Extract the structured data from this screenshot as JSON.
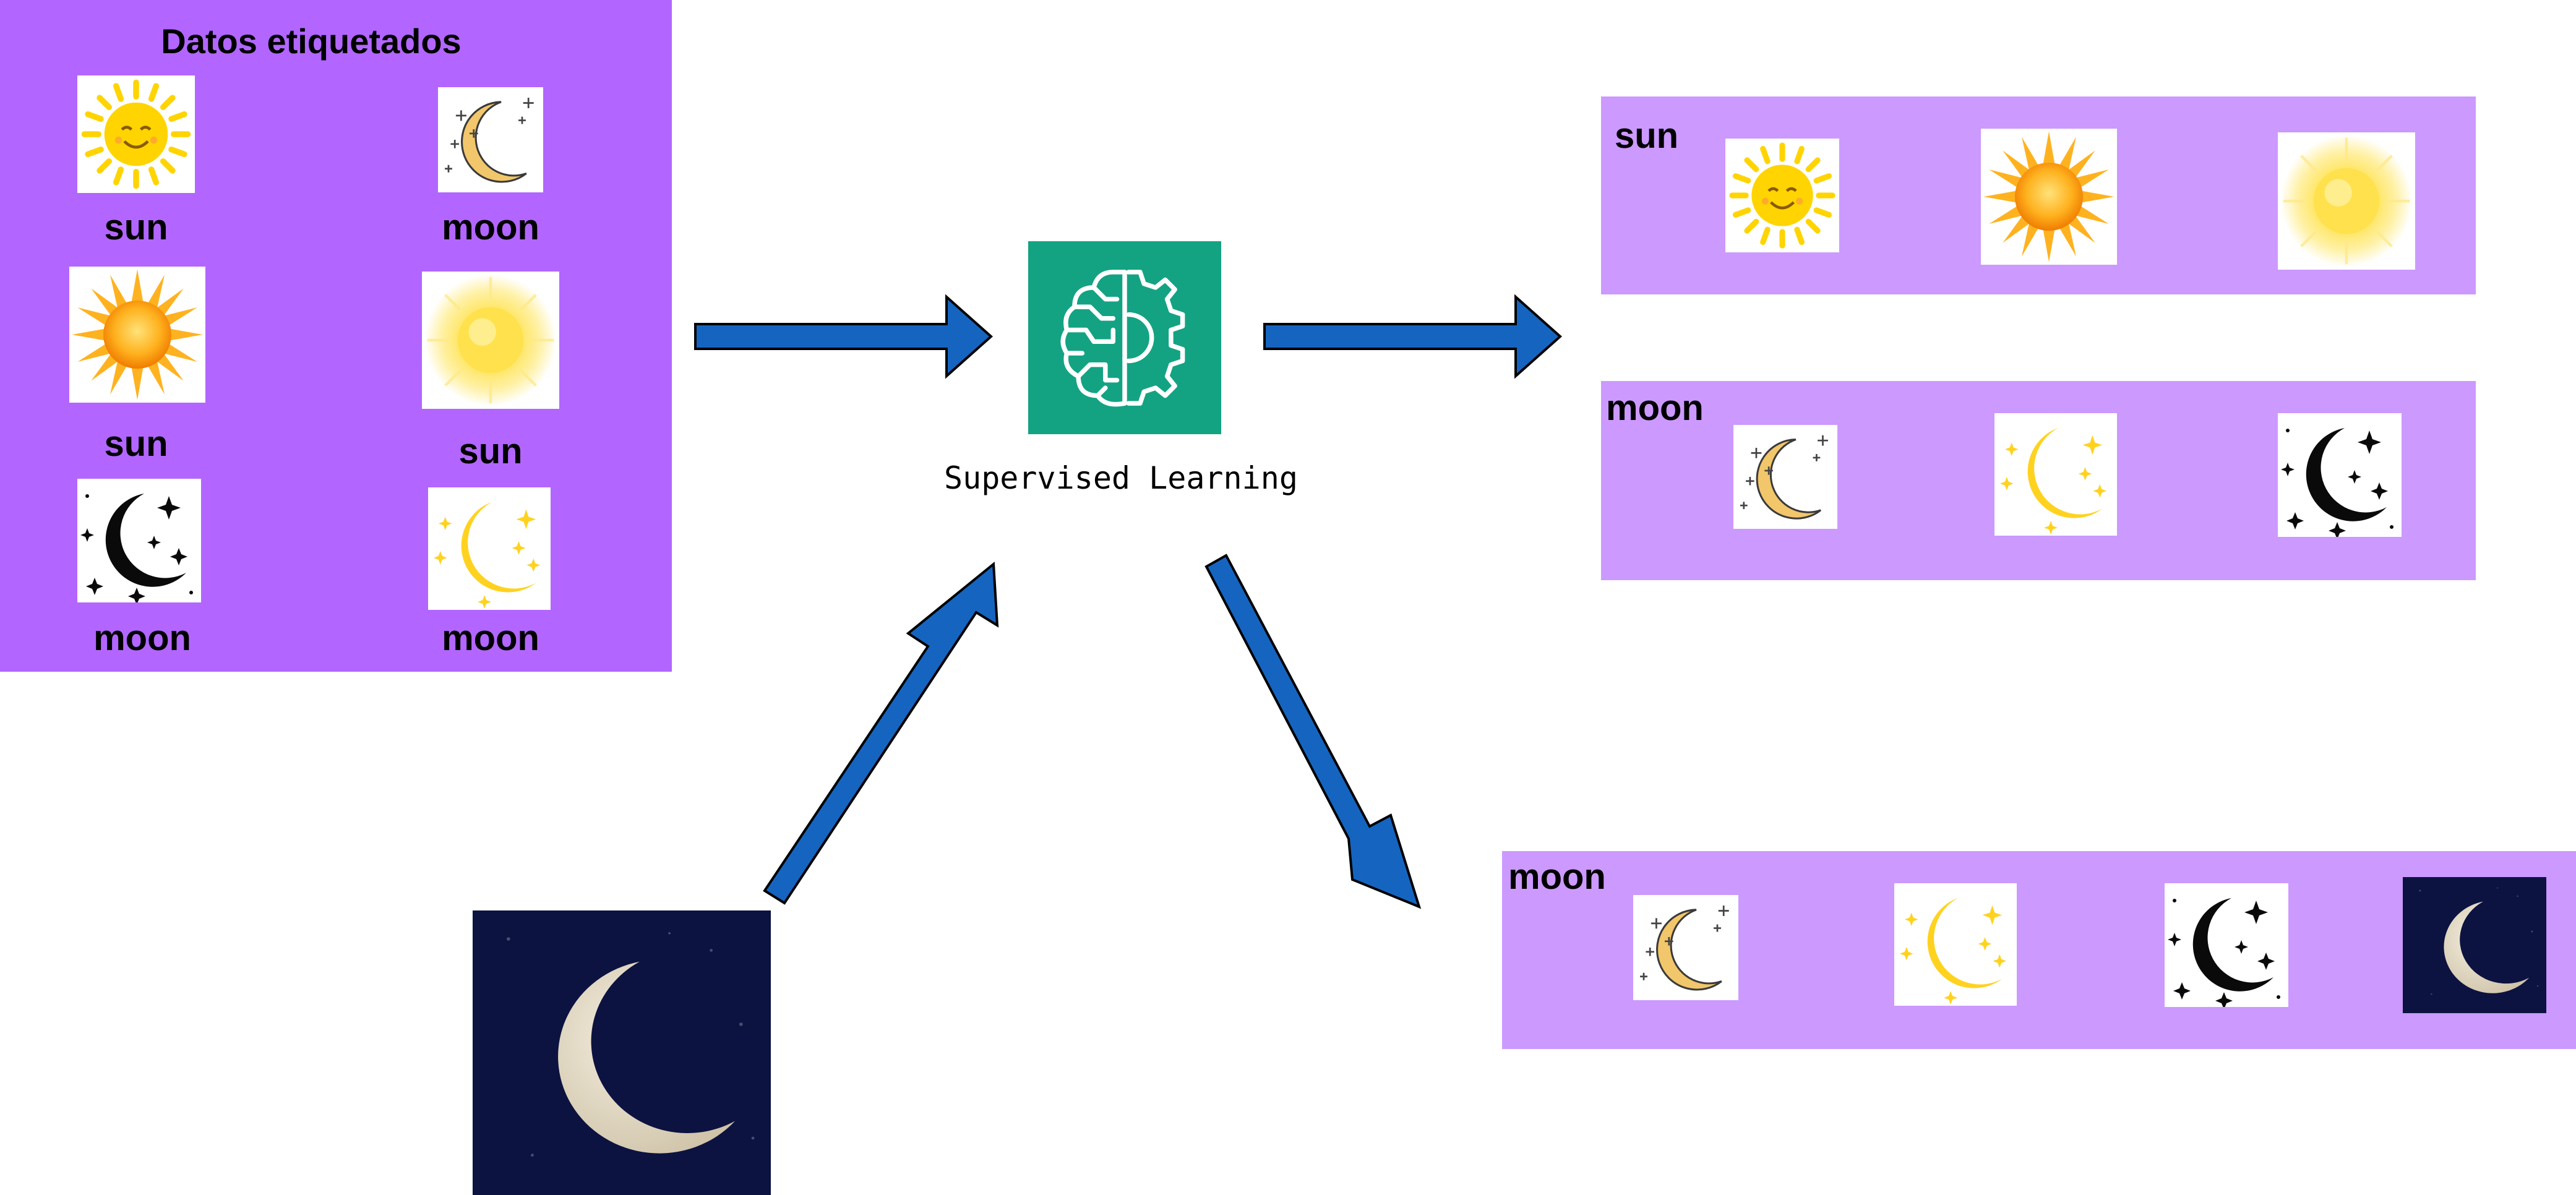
{
  "colors": {
    "labeled_panel": "#B266FF",
    "result_panel": "#CC99FF",
    "arrow_fill": "#1565C0",
    "arrow_stroke": "#000000",
    "ml_icon_bg": "#13A383",
    "ml_icon_line": "#FFFFFF",
    "night_sky": "#0C1340",
    "moon_gold": "#F2C66A",
    "moon_yellow": "#FFD21F",
    "sun_yellow": "#FFD400",
    "sun_orange": "#FFA41B"
  },
  "labeled_data": {
    "title": "Datos etiquetados",
    "items": [
      {
        "label": "sun",
        "icon": "cartoon-sun-icon"
      },
      {
        "label": "moon",
        "icon": "gold-crescent-moon-icon"
      },
      {
        "label": "sun",
        "icon": "orange-sun-icon"
      },
      {
        "label": "sun",
        "icon": "soft-sun-icon"
      },
      {
        "label": "moon",
        "icon": "black-crescent-moon-icon"
      },
      {
        "label": "moon",
        "icon": "yellow-crescent-moon-icon"
      }
    ]
  },
  "model": {
    "caption": "Supervised Learning",
    "icon": "brain-gear-icon"
  },
  "new_input": {
    "icon": "night-moon-photo-icon"
  },
  "results": {
    "sun_group": {
      "label": "sun",
      "icons": [
        "cartoon-sun-icon",
        "orange-sun-icon",
        "soft-sun-icon"
      ]
    },
    "moon_group": {
      "label": "moon",
      "icons": [
        "gold-crescent-moon-icon",
        "yellow-crescent-moon-icon",
        "black-crescent-moon-icon"
      ]
    },
    "prediction_group": {
      "label": "moon",
      "icons": [
        "gold-crescent-moon-icon",
        "yellow-crescent-moon-icon",
        "black-crescent-moon-icon",
        "night-moon-photo-icon"
      ]
    }
  }
}
